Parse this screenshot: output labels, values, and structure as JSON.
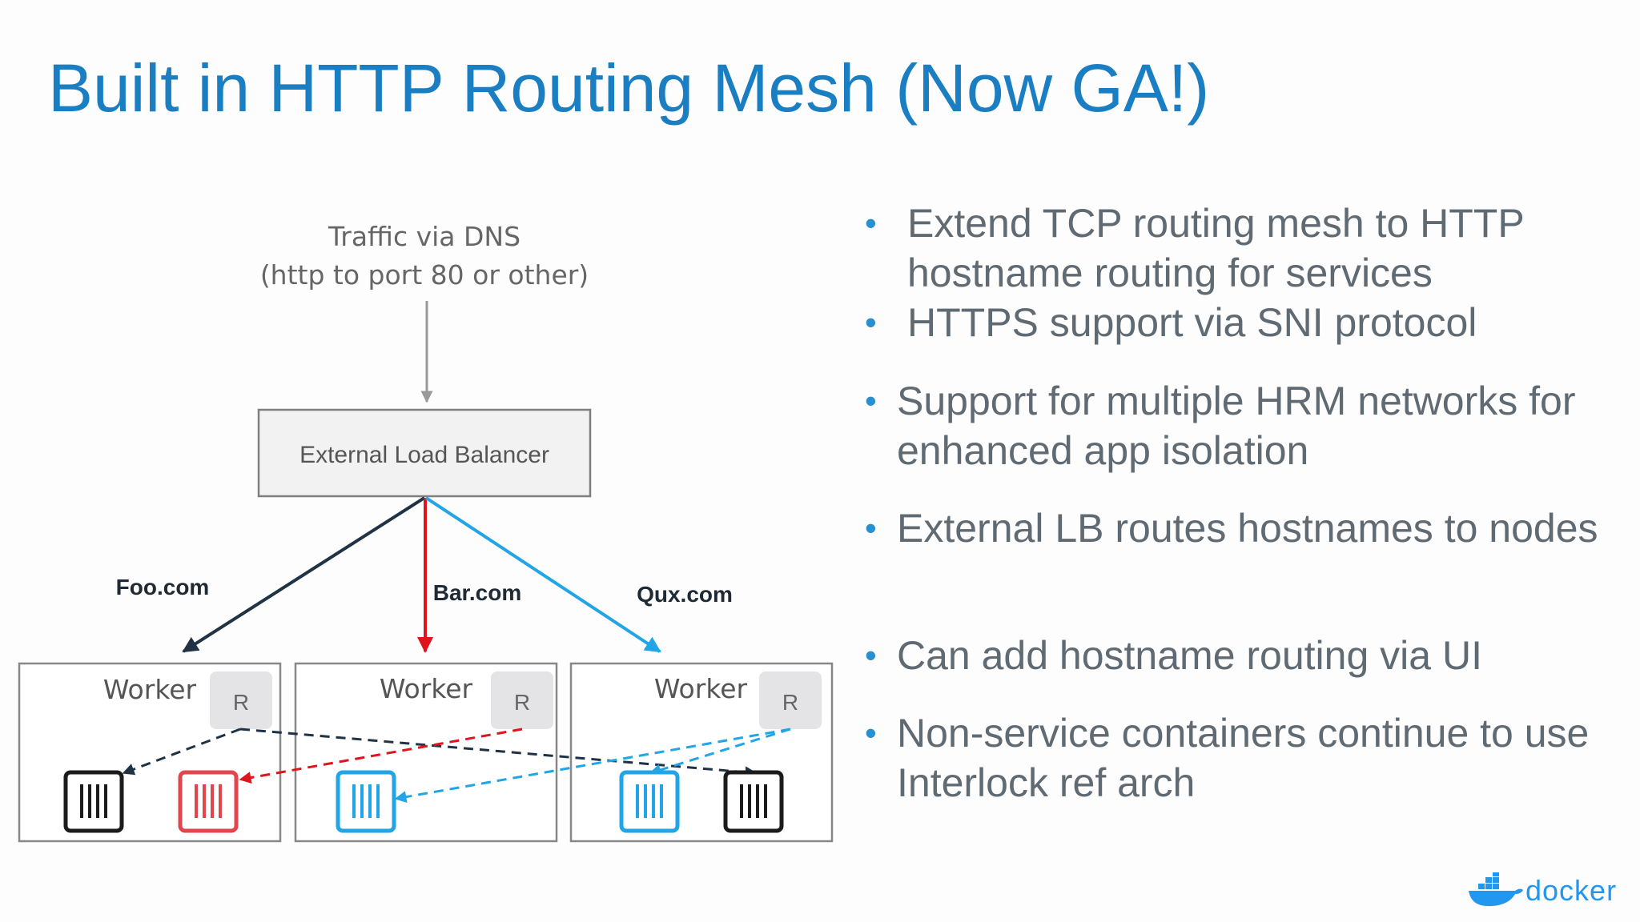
{
  "slide": {
    "title": "Built in HTTP Routing Mesh (Now GA!)",
    "bullets": [
      "Extend TCP routing mesh to HTTP hostname routing for services",
      "HTTPS support via SNI protocol",
      "Support for multiple HRM networks for enhanced app isolation",
      "External LB routes hostnames to nodes",
      "Can add hostname routing via UI",
      "Non-service containers continue to use Interlock ref arch"
    ],
    "logo_text": "docker"
  },
  "diagram": {
    "traffic_line1": "Traffic via DNS",
    "traffic_line2": "(http to port 80 or other)",
    "load_balancer": "External Load Balancer",
    "routes": [
      "Foo.com",
      "Bar.com",
      "Qux.com"
    ],
    "worker_label": "Worker",
    "router_label": "R"
  },
  "colors": {
    "title": "#1a7ec2",
    "foo": "#1f3345",
    "bar": "#e0141c",
    "qux": "#21a5e6",
    "bullet_text": "#606a73"
  }
}
